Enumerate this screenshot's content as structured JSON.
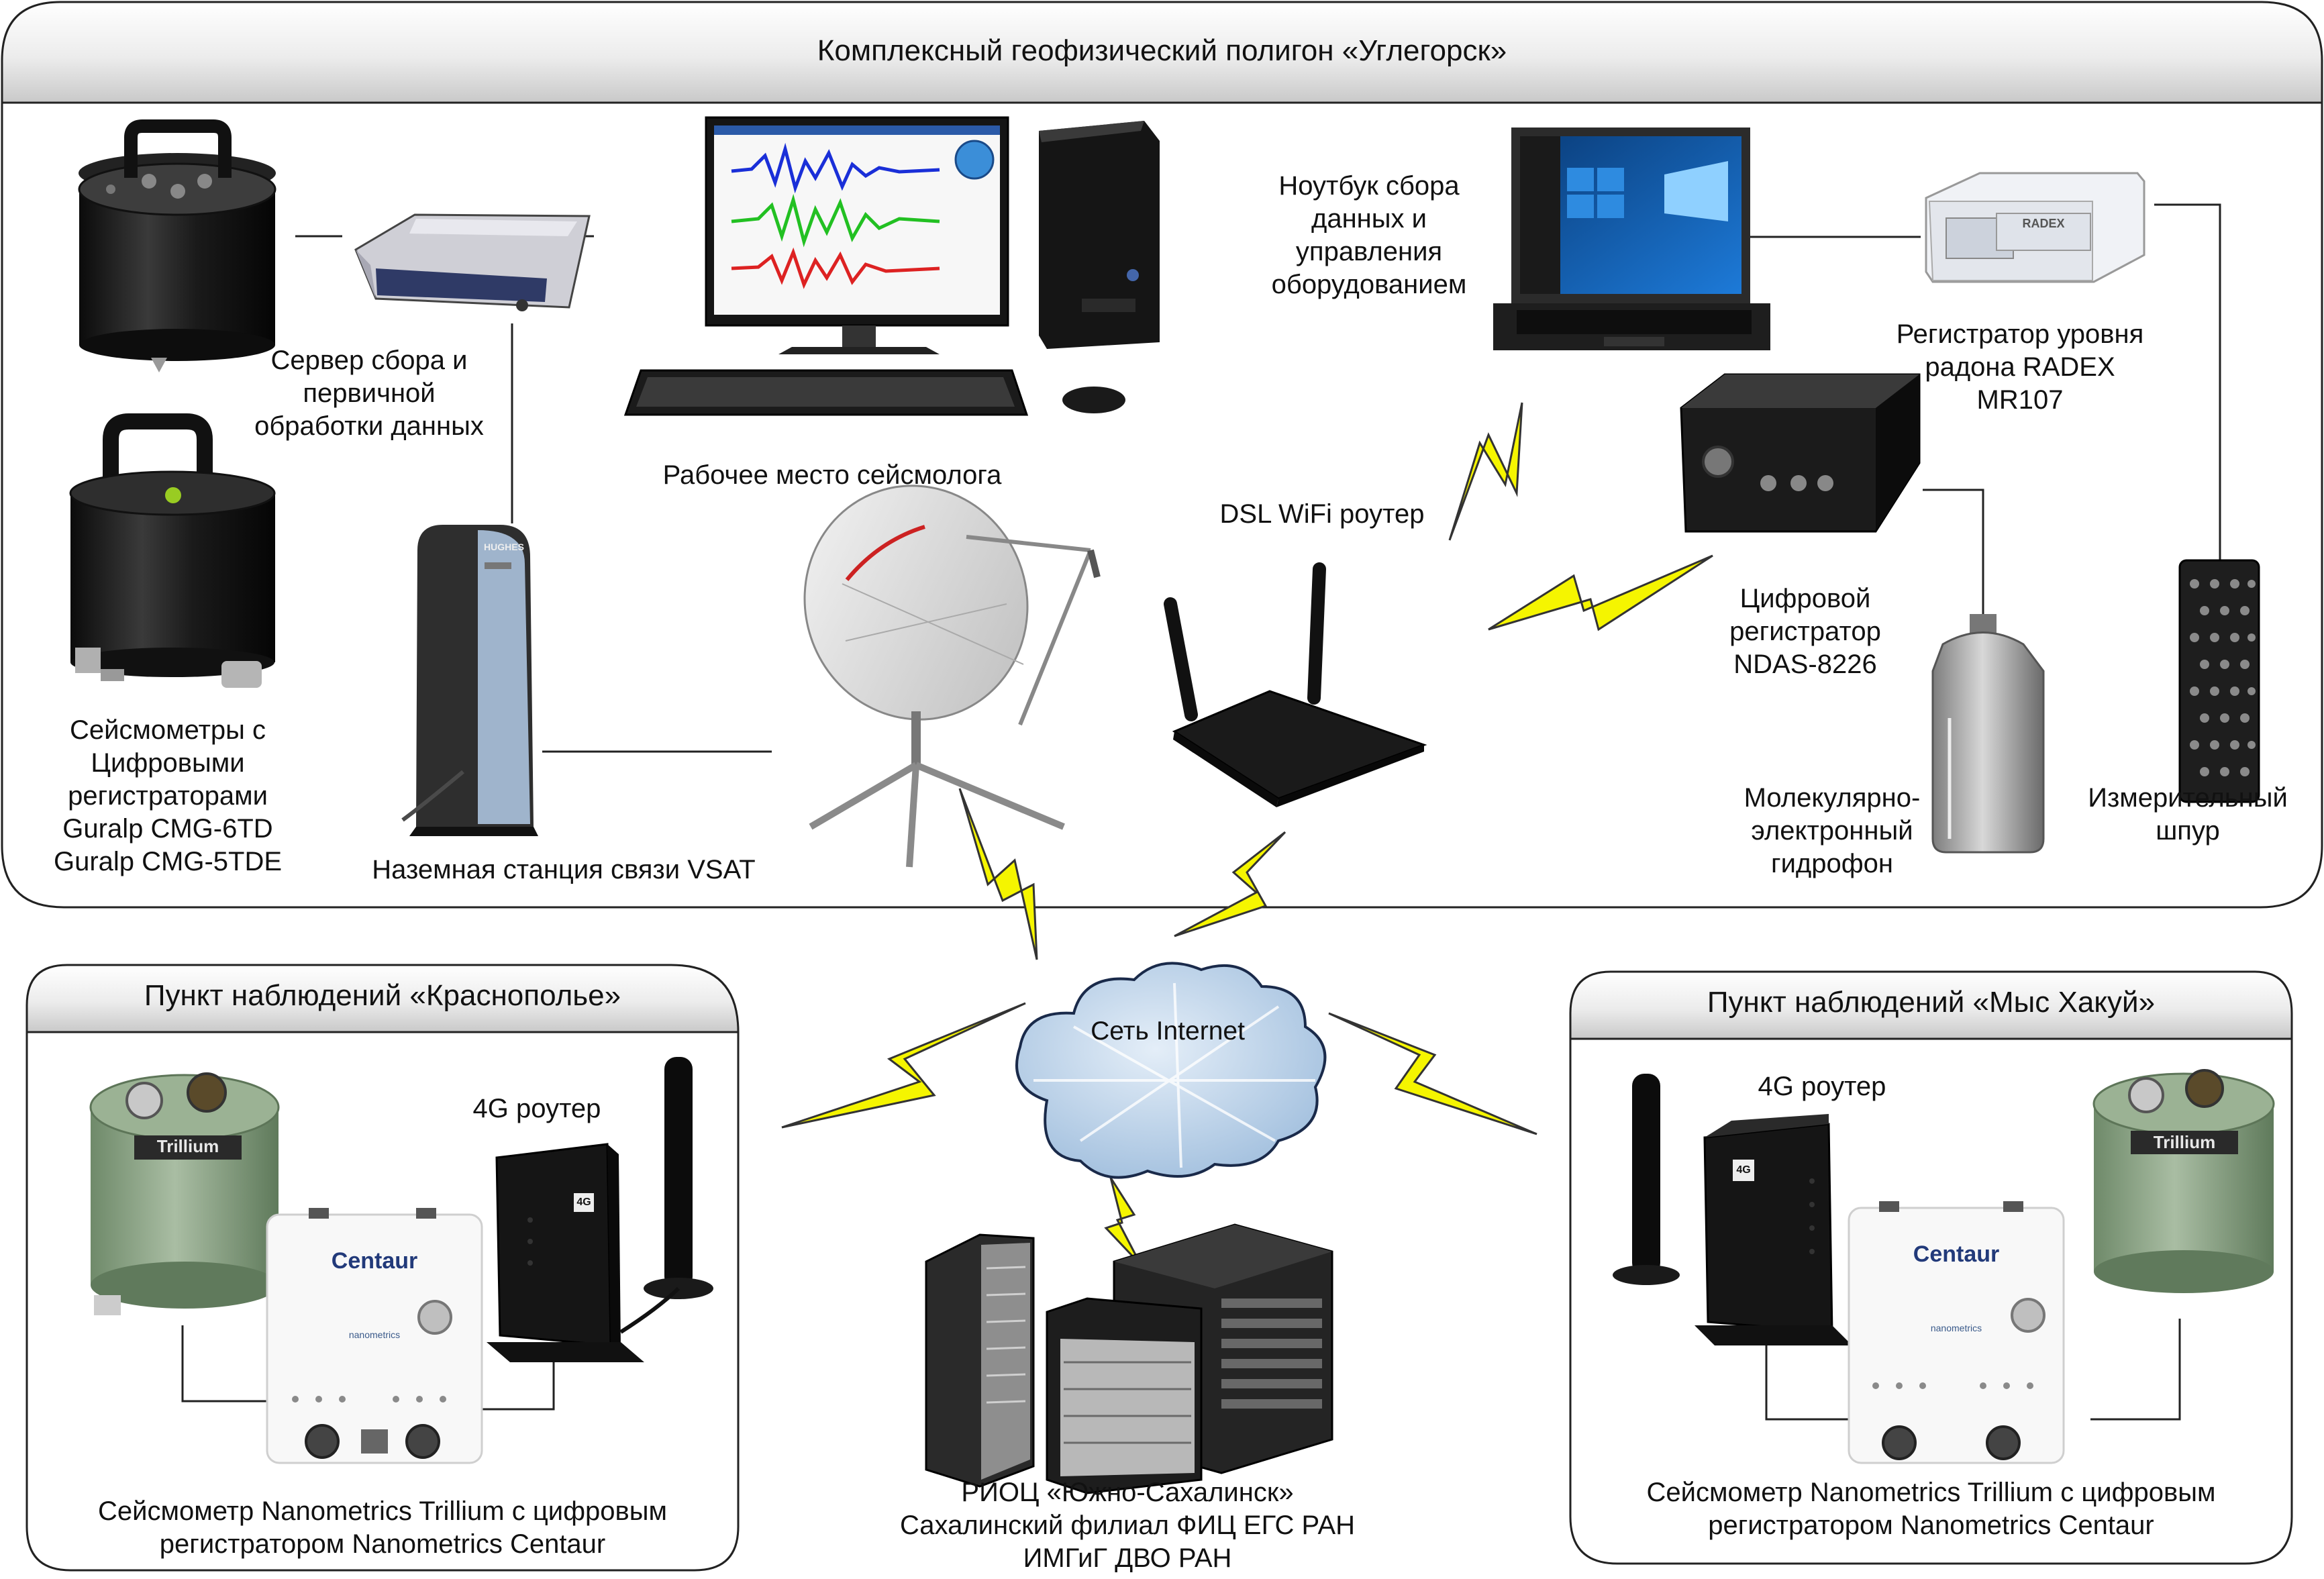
{
  "main_panel": {
    "title": "Комплексный геофизический полигон «Углегорск»"
  },
  "station_krasnopolye": {
    "title": "Пункт наблюдений «Краснополье»",
    "router_label": "4G роутер",
    "caption": [
      "Сейсмометр Nanometrics Trillium с цифровым",
      "регистратором Nanometrics Centaur"
    ]
  },
  "station_hakui": {
    "title": "Пункт наблюдений «Мыс Хакуй»",
    "router_label": "4G роутер",
    "caption": [
      "Сейсмометр Nanometrics Trillium с цифровым",
      "регистратором Nanometrics Centaur"
    ]
  },
  "labels": {
    "server": [
      "Сервер сбора и",
      "первичной",
      "обработки данных"
    ],
    "workstation": "Рабочее место сейсмолога",
    "seismometers": [
      "Сейсмометры с",
      "Цифровыми",
      "регистраторами",
      "Guralp CMG-6TD",
      "Guralp CMG-5TDE"
    ],
    "vsat": "Наземная станция связи VSAT",
    "laptop": [
      "Ноутбук сбора",
      "данных и",
      "управления",
      "оборудованием"
    ],
    "wifi_router": "DSL WiFi роутер",
    "radex": [
      "Регистратор уровня",
      "радона RADEX",
      "MR107"
    ],
    "ndas": [
      "Цифровой",
      "регистратор",
      "NDAS-8226"
    ],
    "hydrophone": [
      "Молекулярно-",
      "электронный",
      "гидрофон"
    ],
    "probe": [
      "Измерительный",
      "шпур"
    ],
    "internet": "Сеть Internet",
    "rioc": [
      "РИОЦ «Южно-Сахалинск»",
      "Сахалинский филиал ФИЦ ЕГС РАН",
      "ИМГиГ ДВО РАН"
    ]
  },
  "device_marks": {
    "centaur_brand": "Centaur",
    "trillium_brand": "Trillium",
    "router_4g_badge": "4G",
    "radex_brand": "RADEX",
    "hughes_brand": "HUGHES",
    "nanometrics_brand": "nanometrics"
  },
  "colors": {
    "lightning": "#f5f500",
    "panel_header_top": "#f4f4f4",
    "panel_header_bottom": "#d0d0d0",
    "cloud": "#b9d2ea",
    "trillium_green": "#8fa688",
    "wave_blue": "#1a2fd8",
    "wave_green": "#22c022",
    "wave_red": "#dd2222"
  }
}
